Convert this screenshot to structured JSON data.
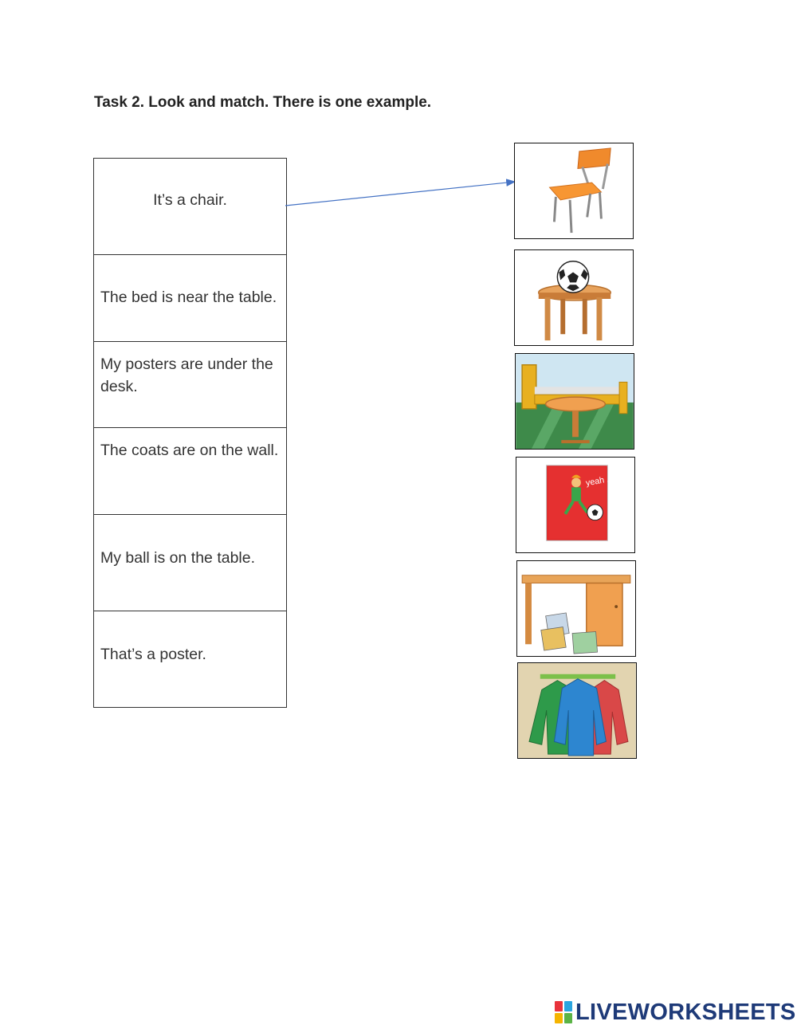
{
  "title": "Task 2. Look and match. There is one example.",
  "sentences": [
    "It’s a chair.",
    "The bed is near the table.",
    "My posters are under the desk.",
    "The coats are on the wall.",
    "My ball is on the table.",
    "That’s a poster."
  ],
  "pictures": {
    "poster_text": "yeah ...!"
  },
  "example": {
    "from": "It’s a chair.",
    "to": "chair-picture"
  },
  "colors": {
    "arrow": "#4472c4"
  },
  "logo": {
    "text": "LIVEWORKSHEETS"
  }
}
